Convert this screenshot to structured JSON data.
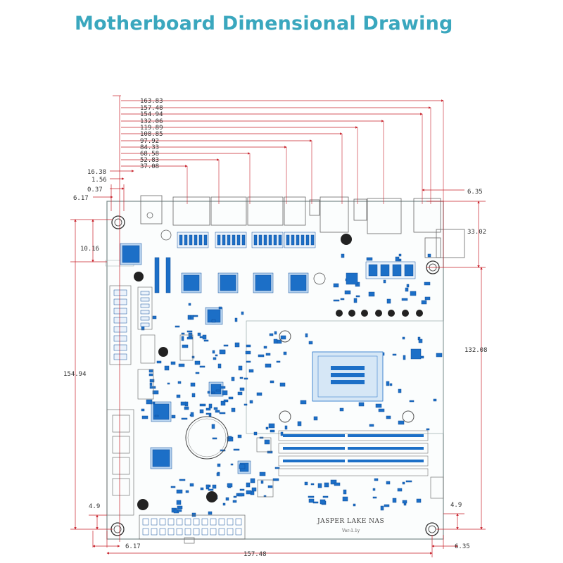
{
  "title": "Motherboard Dimensional Drawing",
  "board": {
    "name": "JASPER LAKE NAS",
    "version": "Ver:1.1y"
  },
  "top_dims": [
    "163.83",
    "157.48",
    "154.94",
    "132.06",
    "119.89",
    "108.85",
    "97.92",
    "84.33",
    "68.58",
    "52.83",
    "37.08"
  ],
  "left_top_dims": [
    "16.38",
    "1.56",
    "0.37",
    "6.17"
  ],
  "right_top_dim": "6.35",
  "left_dims": {
    "upper": "10.16",
    "height": "154.94",
    "lower": "4.9"
  },
  "right_dims": {
    "io": "33.02",
    "height": "132.08",
    "lower": "4.9"
  },
  "bottom_dims": {
    "left_offset": "6.17",
    "width": "157.48",
    "right_offset": "6.35"
  },
  "colors": {
    "title": "#3aa7be",
    "dimension": "#c8202a",
    "component": "#1c6fc7",
    "outline": "#7a8a8a"
  }
}
